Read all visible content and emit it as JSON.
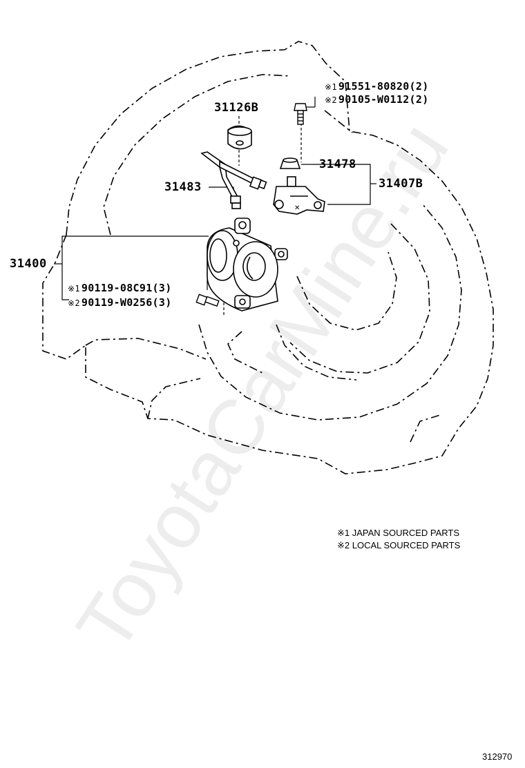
{
  "parts": {
    "p31126b": "31126B",
    "p31483": "31483",
    "p31478": "31478",
    "p31407b": "31407B",
    "p31400": "31400"
  },
  "bolts": {
    "top_1_mark": "※1",
    "top_1": "91551-80820(2)",
    "top_2_mark": "※2",
    "top_2": "90105-W0112(2)",
    "left_1_mark": "※1",
    "left_1": "90119-08C91(3)",
    "left_2_mark": "※2",
    "left_2": "90119-W0256(3)"
  },
  "notes": {
    "note1": "※1 JAPAN SOURCED PARTS",
    "note2": "※2 LOCAL SOURCED PARTS"
  },
  "footer": {
    "figure_number": "312970"
  },
  "watermark": "ToyotaCarMine.ru"
}
